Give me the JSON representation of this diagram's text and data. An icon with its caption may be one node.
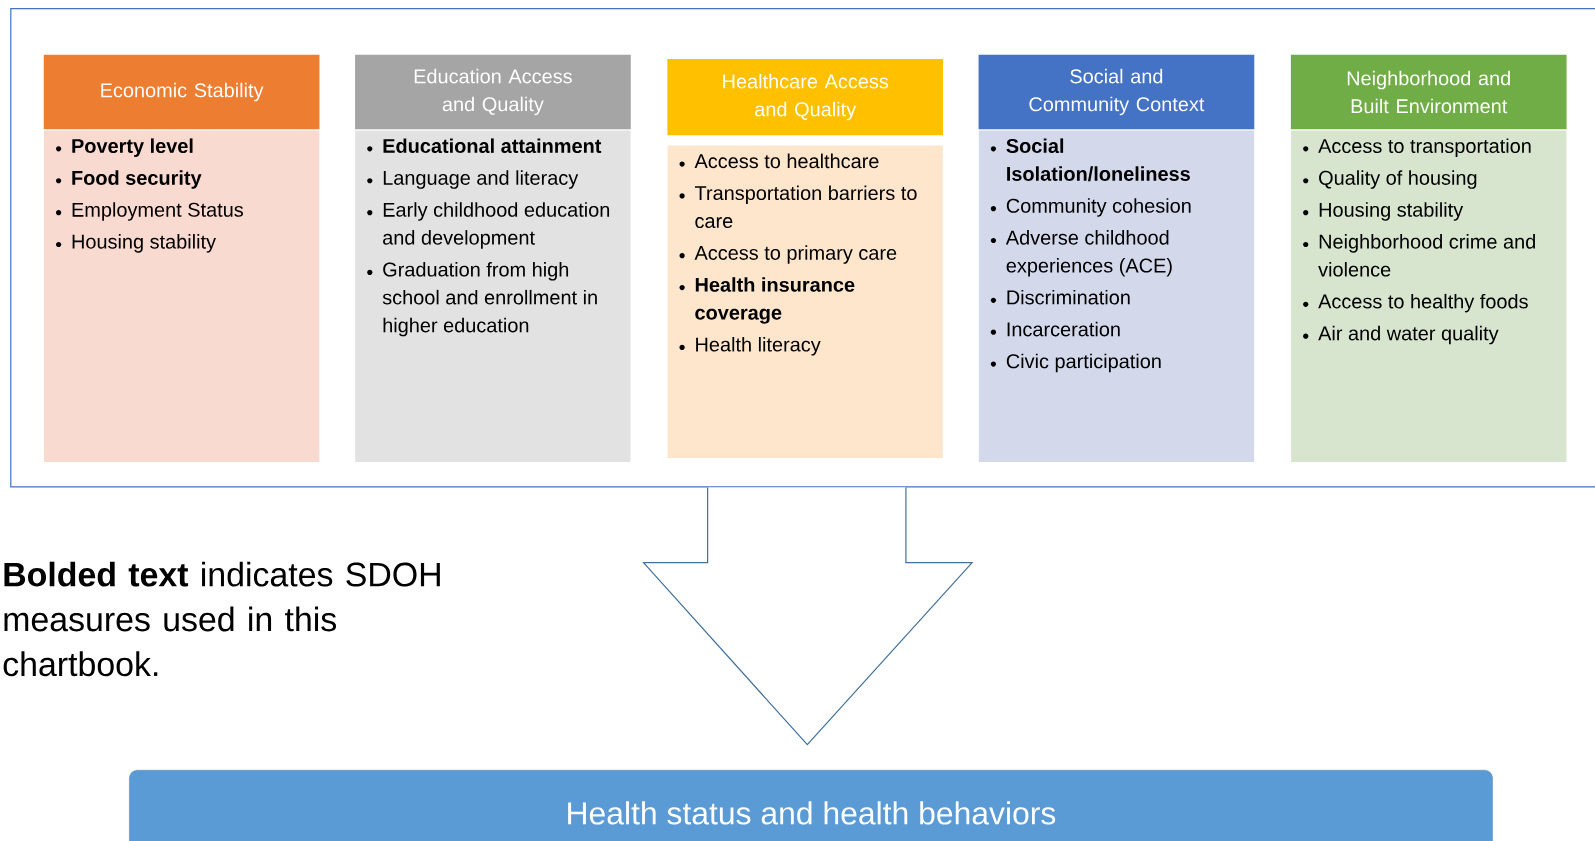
{
  "diagram": {
    "nodes": [
      {
        "text": [],
        "shape": "box"
      },
      {
        "text": [
          "Economic Stability"
        ],
        "in": 0
      },
      {
        "text": [
          "**Poverty level**",
          "**Food security**",
          "Employment Status",
          "Housing stability"
        ],
        "in": 0
      },
      {
        "text": [
          "Education Access and Quality"
        ],
        "in": 0
      },
      {
        "text": [
          "**Educational attainment**",
          "Language and literacy",
          "Early childhood education and development",
          "Graduation from high school and enrollment in higher education"
        ],
        "in": 0
      },
      {
        "text": [
          "Healthcare Access and Quality"
        ],
        "in": 0
      },
      {
        "text": [
          "Access to healthcare",
          "Transportation barriers to care",
          "Access to primary care",
          "**Health insurance coverage**",
          "Health literacy"
        ],
        "in": 0
      },
      {
        "text": [
          "Social and Community Context"
        ],
        "in": 0
      },
      {
        "text": [
          "**Social Isolation/loneliness**",
          "Community cohesion",
          "Adverse childhood experiences (ACE)",
          "Discrimination",
          "Incarceration",
          "Civic participation"
        ],
        "in": 0
      },
      {
        "text": [
          "Neighborhood and Built Environment"
        ],
        "in": 0
      },
      {
        "text": [
          "Access to transportation",
          "Quality of housing",
          "Housing stability",
          "Neighborhood crime and violence",
          "Access to healthy foods",
          "Air and water quality"
        ],
        "in": 0
      },
      {
        "text": [
          "Health status and health behaviors"
        ]
      }
    ],
    "edges": [
      {
        "from": 0,
        "to": 11,
        "arrow": "to"
      }
    ],
    "labels": [
      "**Bolded text** indicates SDOH measures used in this chartbook."
    ]
  }
}
